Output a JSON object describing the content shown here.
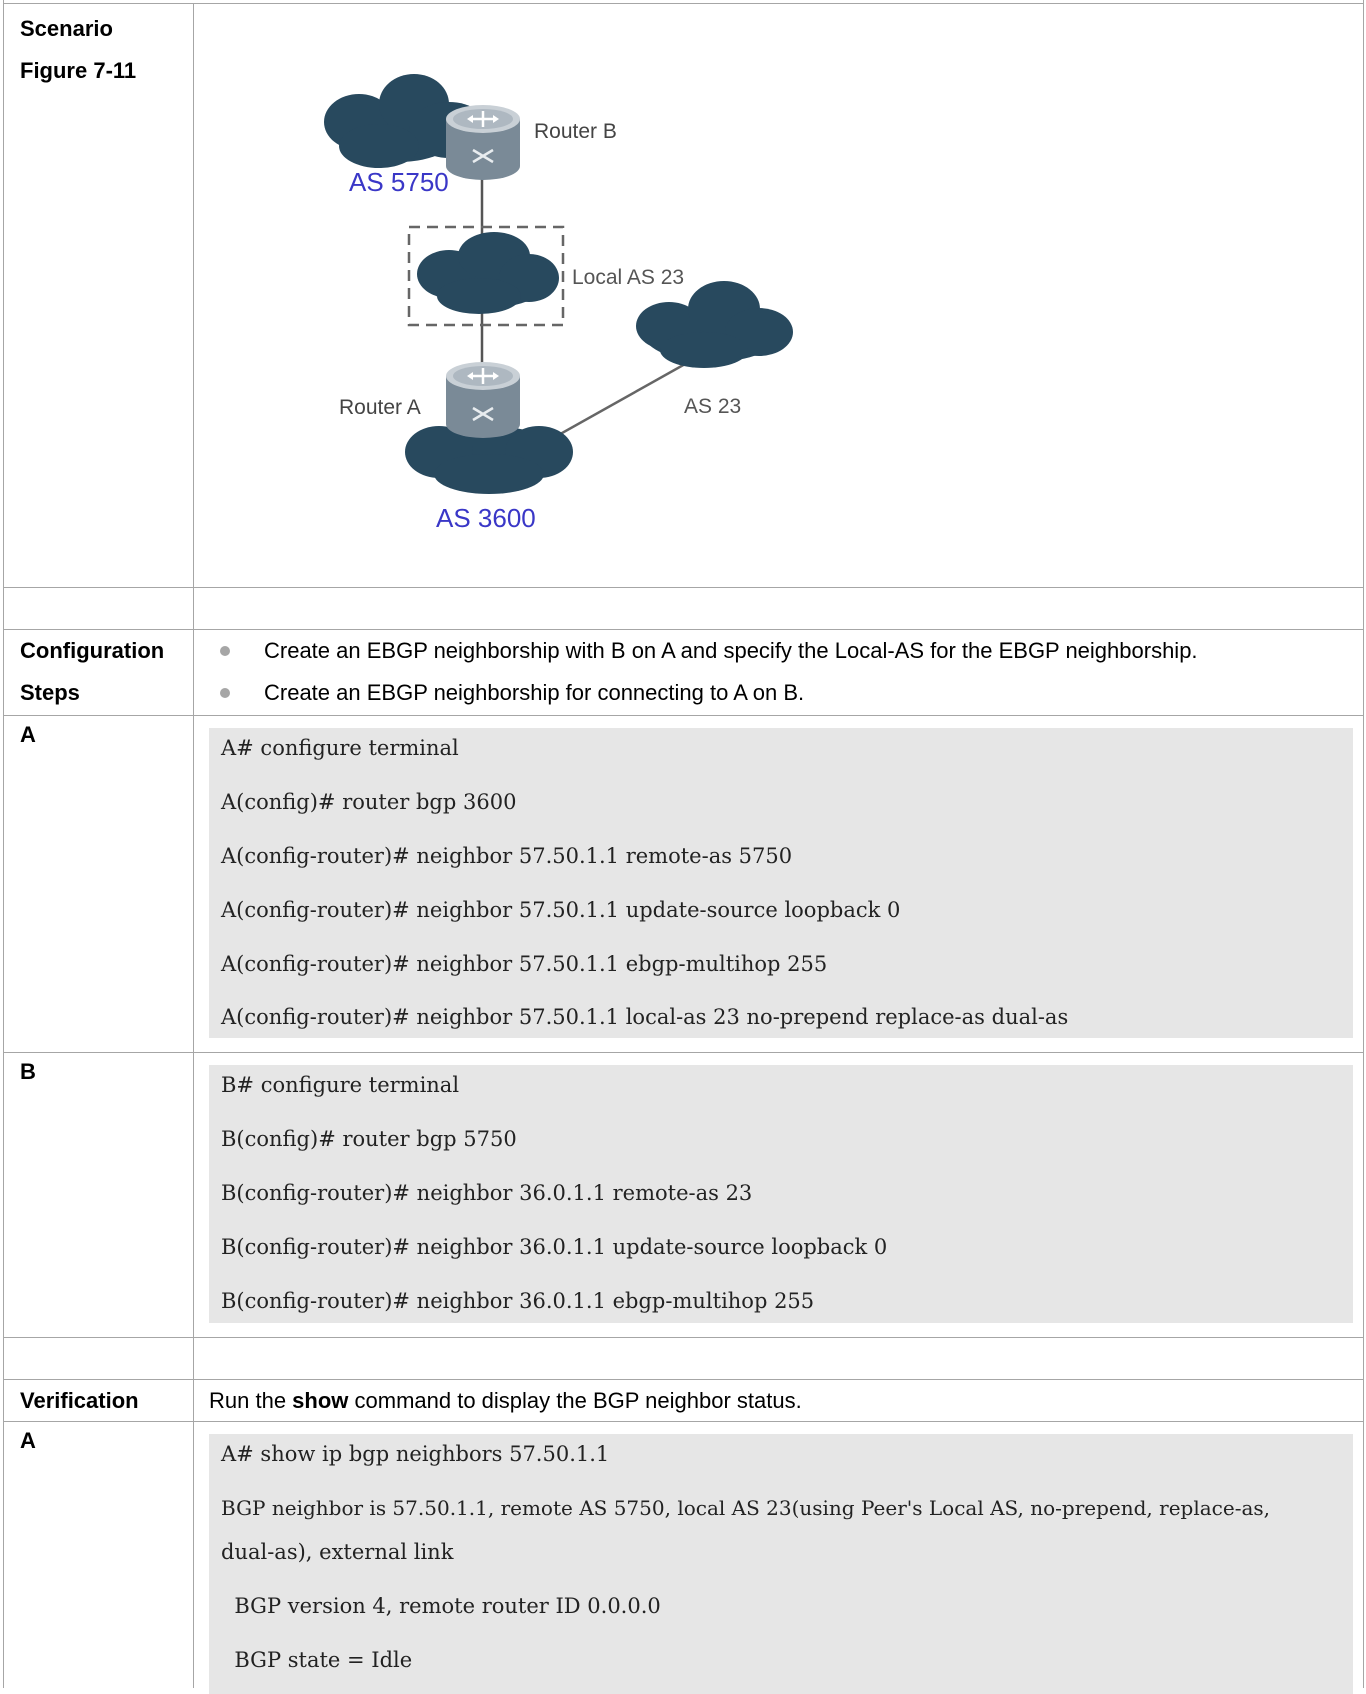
{
  "scenario": {
    "label": "Scenario",
    "figure_label": "Figure 7-11",
    "diagram": {
      "router_b": "Router B",
      "as_5750": "AS 5750",
      "local_as": "Local AS 23",
      "router_a": "Router A",
      "as_23": "AS 23",
      "as_3600": "AS 3600"
    }
  },
  "config_steps": {
    "label_line1": "Configuration",
    "label_line2": "Steps",
    "items": [
      "Create an EBGP neighborship with B on A and specify the Local-AS for the EBGP neighborship.",
      "Create an EBGP neighborship for connecting to A on B."
    ]
  },
  "config_a": {
    "label": "A",
    "lines": [
      "A# configure terminal",
      "A(config)# router bgp 3600",
      "A(config-router)# neighbor 57.50.1.1 remote-as 5750",
      "A(config-router)# neighbor 57.50.1.1 update-source loopback 0",
      "A(config-router)# neighbor 57.50.1.1 ebgp-multihop 255",
      "A(config-router)# neighbor 57.50.1.1 local-as 23 no-prepend replace-as dual-as"
    ]
  },
  "config_b": {
    "label": "B",
    "lines": [
      "B# configure terminal",
      "B(config)# router bgp 5750",
      "B(config-router)# neighbor 36.0.1.1 remote-as 23",
      "B(config-router)# neighbor 36.0.1.1 update-source loopback 0",
      "B(config-router)# neighbor 36.0.1.1 ebgp-multihop 255"
    ]
  },
  "verification": {
    "label": "Verification",
    "text_before": "Run the ",
    "text_bold": "show",
    "text_after": " command to display the BGP neighbor status."
  },
  "verify_a": {
    "label": "A",
    "lines": [
      "A# show ip bgp neighbors 57.50.1.1",
      "BGP neighbor is 57.50.1.1, remote AS 5750, local AS 23(using Peer's Local AS, no-prepend, replace-as,",
      "dual-as), external link",
      "  BGP version 4, remote router ID 0.0.0.0",
      "  BGP state = Idle"
    ]
  }
}
